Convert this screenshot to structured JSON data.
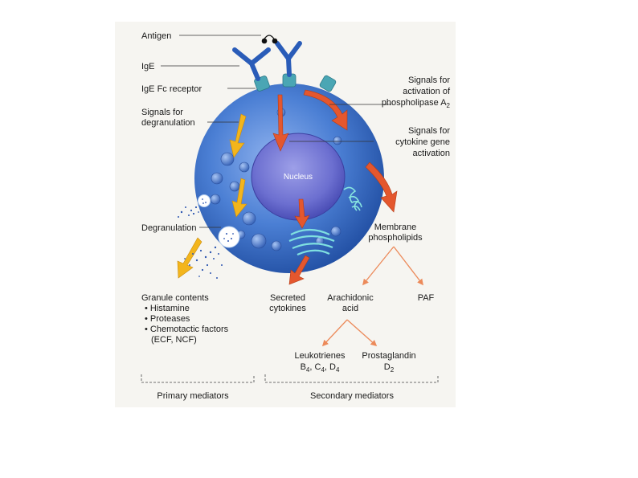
{
  "figure": {
    "labels": {
      "antigen": "Antigen",
      "ige": "IgE",
      "ige_fc_receptor": "IgE Fc receptor",
      "signals_degranulation_1": "Signals for",
      "signals_degranulation_2": "degranulation",
      "signals_phospholipase_1": "Signals for",
      "signals_phospholipase_2": "activation of",
      "signals_phospholipase_3": "phospholipase A",
      "signals_phospholipase_sub": "2",
      "signals_cytokine_1": "Signals for",
      "signals_cytokine_2": "cytokine gene",
      "signals_cytokine_3": "activation",
      "nucleus": "Nucleus",
      "degranulation": "Degranulation",
      "membrane_1": "Membrane",
      "membrane_2": "phospholipids",
      "granule_contents": "Granule contents",
      "histamine": "• Histamine",
      "proteases": "• Proteases",
      "chemotactic": "• Chemotactic factors",
      "ecf_ncf": "(ECF, NCF)",
      "secreted_1": "Secreted",
      "secreted_2": "cytokines",
      "arachidonic_1": "Arachidonic",
      "arachidonic_2": "acid",
      "paf": "PAF",
      "leukotrienes": "Leukotrienes",
      "b4": "B",
      "b4_sub": "4",
      "c4": ", C",
      "c4_sub": "4",
      "d4": ", D",
      "d4_sub": "4",
      "prostaglandin": "Prostaglandin",
      "d2": "D",
      "d2_sub": "2",
      "primary_mediators": "Primary mediators",
      "secondary_mediators": "Secondary mediators"
    },
    "colors": {
      "cell_blue": "#3f73c9",
      "antibody_blue": "#2a5cb8",
      "receptor_teal": "#4aa6b4",
      "yellow_arrow": "#f3b51c",
      "red_arrow": "#e4572e",
      "orange_line": "#ec8a5a",
      "panel_bg": "#f6f5f1"
    }
  }
}
